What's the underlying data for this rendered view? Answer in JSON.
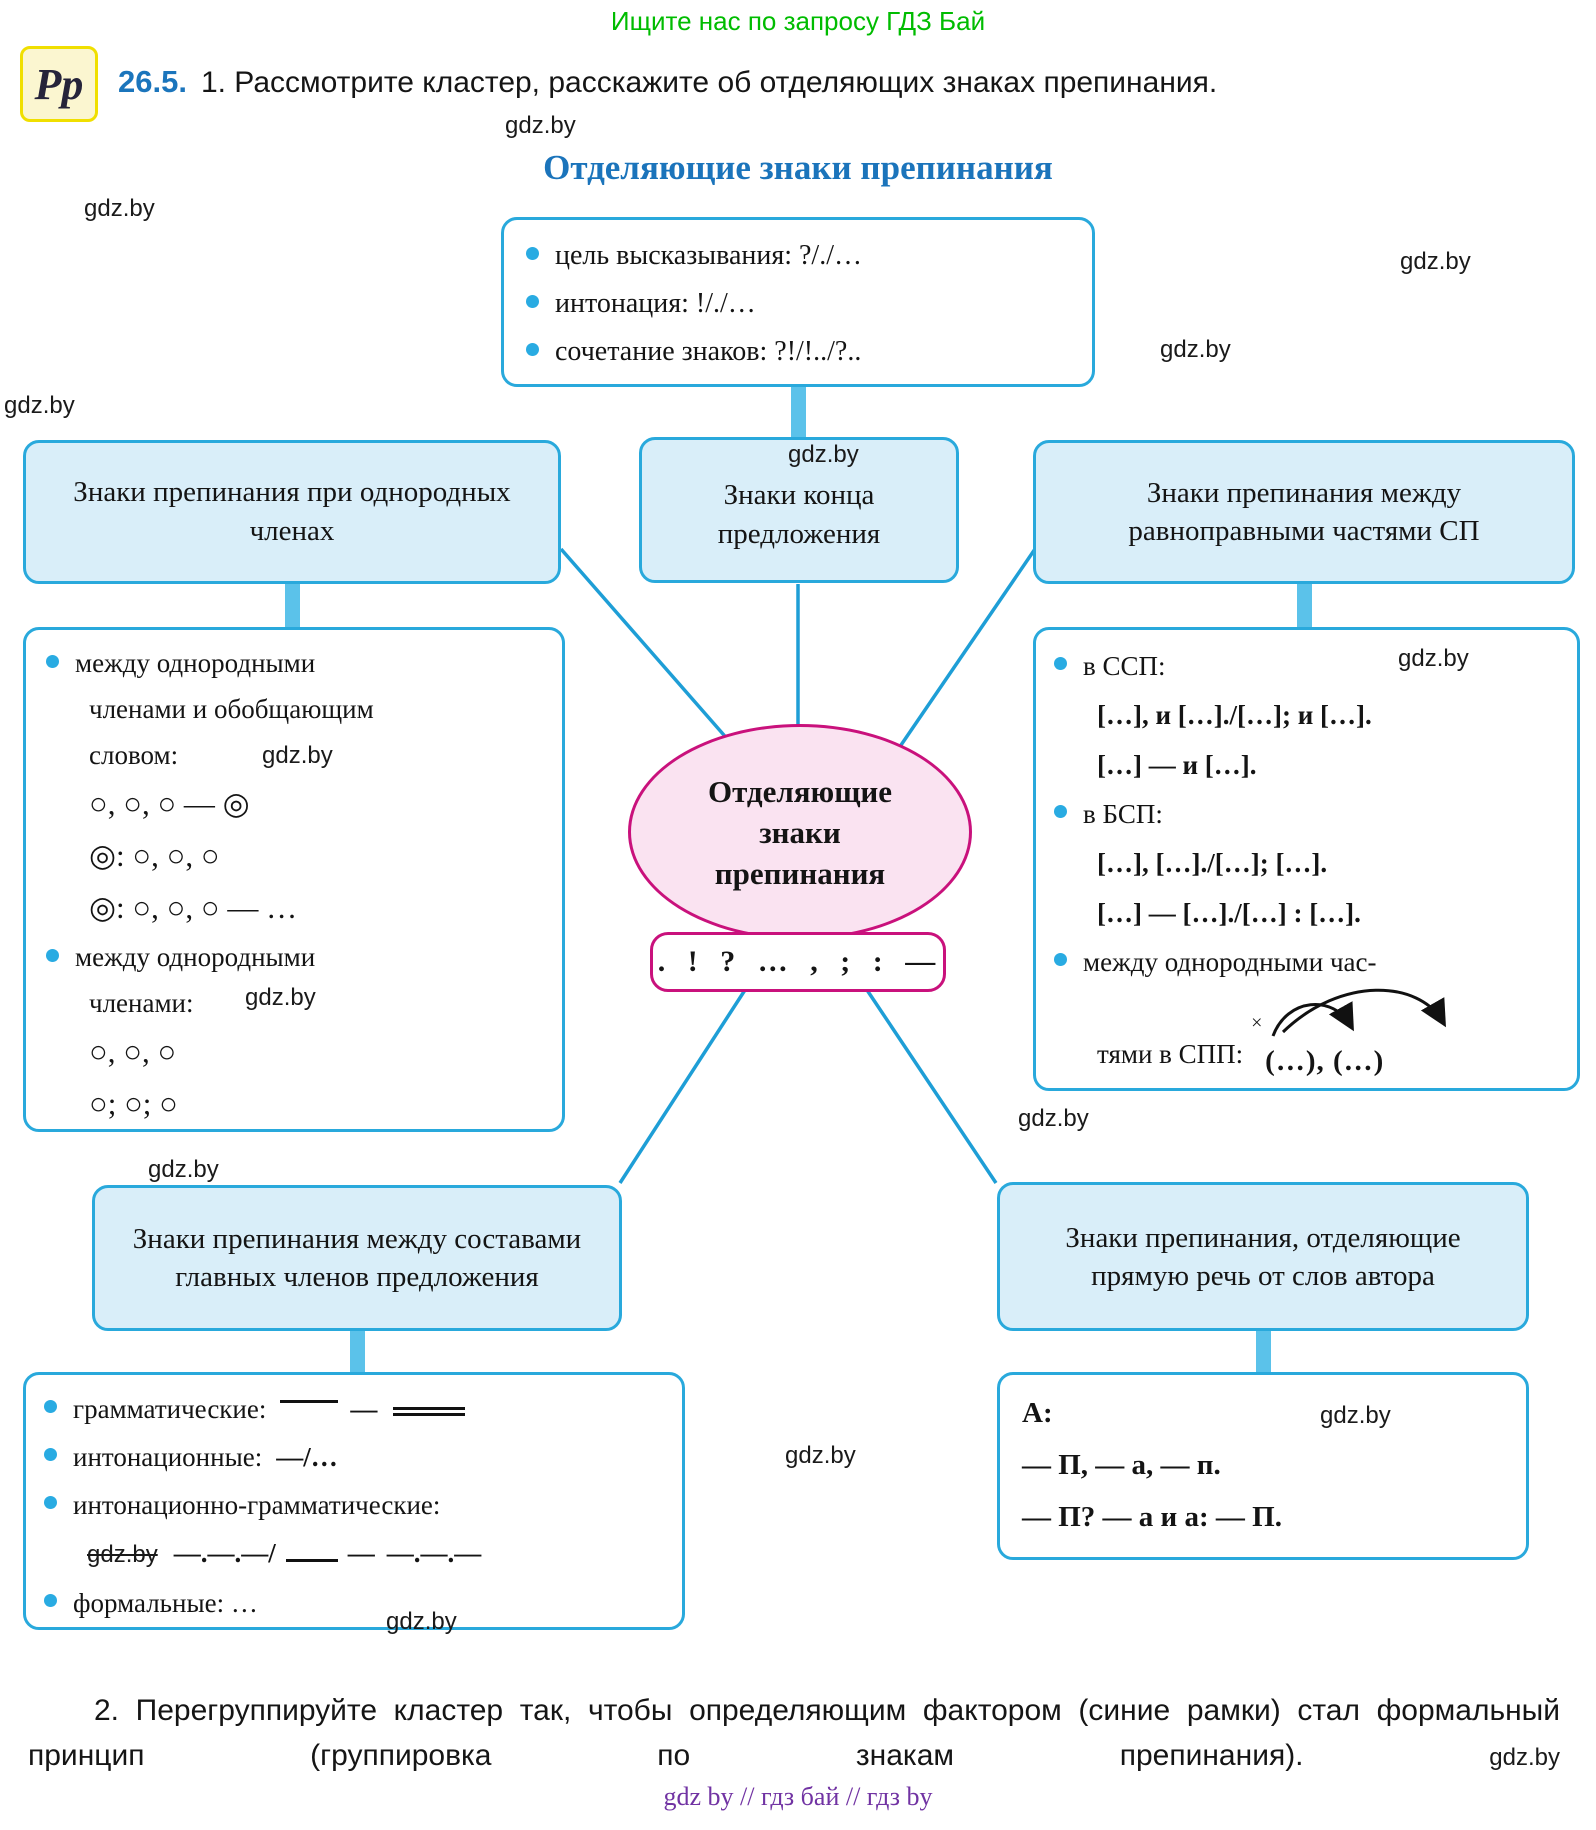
{
  "watermark": "gdz.by",
  "colors": {
    "promo_green": "#00BC00",
    "heading_blue": "#1B74BB",
    "box_border_blue": "#29A9DC",
    "box_fill_blue": "#D9EEF9",
    "connector_light_blue": "#5BC2EA",
    "bullet_blue": "#29ABE2",
    "magenta_border": "#C9117C",
    "pink_fill": "#FAE3F1",
    "footer_purple": "#7133A3",
    "icon_yellow": "#F0DF00"
  },
  "header": {
    "promo": "Ищите нас по запросу ГДЗ Бай",
    "icon_glyph": "Рр",
    "exercise_number": "26.5.",
    "task1": "1. Рассмотрите кластер, расскажите об отделяющих знаках препинания."
  },
  "diagram": {
    "title": "Отделяющие знаки препинания",
    "center": {
      "line1": "Отделяющие",
      "line2": "знаки",
      "line3": "препинания",
      "marks": ". ! ? … , ; : —"
    },
    "goal_box": {
      "item1": "цель высказывания: ?/./…",
      "item2": "интонация: !/./…",
      "item3": "сочетание знаков: ?!/!../?.."
    },
    "branches": {
      "homogeneous": "Знаки препинания при однородных членах",
      "sentence_end": "Знаки конца предложения",
      "equal_parts": "Знаки препинания между равноправными частями СП",
      "main_members": "Знаки препинания между составами главных членов предложения",
      "direct_speech": "Знаки препинания, отделяющие прямую речь от слов автора"
    },
    "homogeneous_detail": {
      "item1_line1": "между однородными",
      "item1_line2": "членами и обобщающим",
      "item1_line3": "словом:",
      "scheme1": "○, ○, ○ — ◎",
      "scheme2": "◎: ○, ○, ○",
      "scheme3": "◎: ○, ○, ○ — …",
      "item2_line1": "между однородными",
      "item2_line2": "членами:",
      "scheme4": "○, ○, ○",
      "scheme5": "○; ○; ○"
    },
    "equal_parts_detail": {
      "item1": "в ССП:",
      "scheme1": "[…], и […]./[…]; и […].",
      "scheme2": "[…] — и […].",
      "item2": "в БСП:",
      "scheme3": "[…], […]./[…]; […].",
      "scheme4": "[…] — […]./[…] : […].",
      "item3_line1": "между однородными час-",
      "item3_line2": "тями в СПП:",
      "spp_marker": "×",
      "spp_groups": "(…), (…)"
    },
    "main_members_detail": {
      "item1": "грамматические:",
      "item1_dash": "—",
      "item2": "интонационные:",
      "item2_scheme": "—/…",
      "item3": "интонационно-грамматические:",
      "item3_scheme_part1": "—.—.—/",
      "item3_scheme_dash": "—",
      "item3_scheme_part2": "—.—.—",
      "item4": "формальные: …"
    },
    "direct_speech_detail": {
      "author": "А:",
      "scheme1": "— П, — а, — п.",
      "scheme2": "— П? — а и а: — П."
    }
  },
  "task2": "2. Перегруппируйте кластер так, чтобы определяющим фактором (синие рамки) стал формальный принцип (группировка по знакам препинания).",
  "footer": "gdz by  //  гдз бай  //  гдз by"
}
